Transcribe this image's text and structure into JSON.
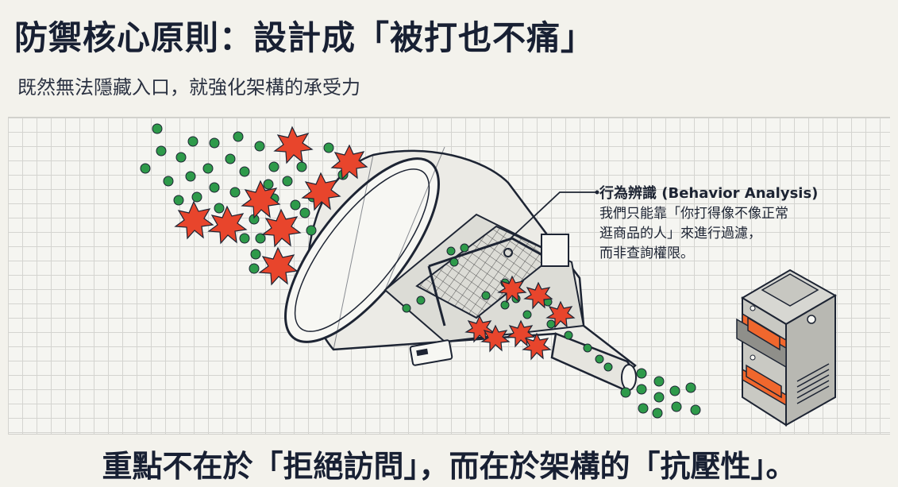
{
  "header": {
    "title": "防禦核心原則：設計成「被打也不痛」",
    "subtitle": "既然無法隱藏入口，就強化架構的承受力"
  },
  "callout": {
    "title": "行為辨識 (Behavior Analysis)",
    "lines": [
      "我們只能靠「你打得像不像正常",
      "逛商品的人」來進行過濾，",
      "而非查詢權限。"
    ]
  },
  "footer": {
    "text": "重點不在於「拒絕訪問」，而在於架構的「抗壓性」。"
  },
  "colors": {
    "good_traffic": "#2e9a4a",
    "bad_traffic": "#e8452c",
    "ink": "#1d2433",
    "server_accent": "#f0672d"
  },
  "icons": [
    "funnel-filter-icon",
    "server-block-icon",
    "good-request-dot-icon",
    "malicious-request-burst-icon"
  ]
}
